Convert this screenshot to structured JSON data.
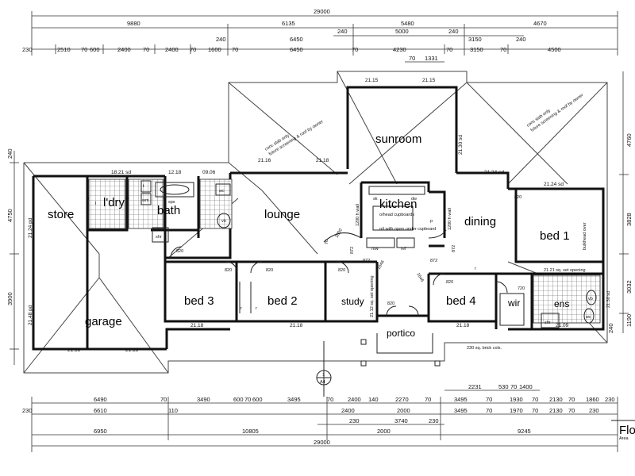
{
  "rooms": {
    "sunroom": "sunroom",
    "kitchen": "kitchen",
    "lounge": "lounge",
    "dining": "dining",
    "bed1": "bed 1",
    "store": "store",
    "ldry": "l'dry",
    "bath": "bath",
    "garage": "garage",
    "bed3": "bed 3",
    "bed2": "bed 2",
    "study": "study",
    "bed4": "bed 4",
    "wir": "wir",
    "ens": "ens",
    "portico": "portico"
  },
  "top_dims": {
    "row1": [
      "29000"
    ],
    "row2": [
      "9880",
      "6135",
      "5480",
      "4670"
    ],
    "row3a": [
      "240",
      "240",
      "240",
      "240"
    ],
    "row3b": [
      "6450",
      "5000",
      "3150"
    ],
    "row4": [
      "230",
      "2510",
      "70",
      "600",
      "2400",
      "70",
      "2400",
      "70",
      "1600",
      "70",
      "6450",
      "70",
      "4230",
      "70",
      "3150",
      "70",
      "4500"
    ],
    "row5": [
      "70",
      "1331"
    ]
  },
  "bottom_dims": {
    "row1": [
      "6490",
      "70",
      "3490",
      "600",
      "70",
      "600",
      "3495",
      "70",
      "2400",
      "140",
      "2270",
      "70",
      "3495",
      "70",
      "1930",
      "70",
      "2130",
      "70",
      "1860",
      "230"
    ],
    "row2": [
      "230",
      "6610",
      "110",
      "2400",
      "2000",
      "3495",
      "70",
      "1970",
      "70",
      "2130",
      "70",
      "230"
    ],
    "row3": [
      "230",
      "3740",
      "230"
    ],
    "row4": [
      "6950",
      "10805",
      "2000",
      "9245"
    ],
    "row5": [
      "29000"
    ],
    "portico_dims": [
      "2231",
      "530",
      "70",
      "1400"
    ]
  },
  "left_dims": [
    "240",
    "4750",
    "3900"
  ],
  "right_dims": [
    "4760",
    "3828",
    "3032",
    "1190",
    "240"
  ],
  "levels": {
    "l1": "21.15",
    "l2": "21.15",
    "l3": "21.30 sd",
    "l4": "18.21 sd",
    "l5": "12.18",
    "l6": "09.06",
    "l7": "21.16",
    "l8": "21.18",
    "l9": "21.24 sd",
    "l10": "21.24 sd",
    "l11": "21.24 pd",
    "l12": "21.48 pd",
    "l13": "21.18",
    "l14": "21.18",
    "l15": "21.18",
    "l16": "21.18",
    "l17": "21.18",
    "l18": "21.09",
    "l19": "21.12 sq. set opening",
    "l20": "21.21 sq. set opening",
    "l21": "21.30 sd"
  },
  "notes": {
    "conc1a": "conc slab only",
    "conc1b": "future screening & roof by owner",
    "conc2a": "conc slab only",
    "conc2b": "future screening & roof by owner",
    "kitchen_n1": "o/head cupboards",
    "kitchen_n2": "o/t with open under cupboard",
    "kitchen_n3": "1200 h wall",
    "dining_n": "1200 h wall",
    "bulkhead": "bulkhead over",
    "bricks": "230 sq. brick cols.",
    "fixtures": [
      "sps",
      "wm",
      "t",
      "wc",
      "vb",
      "shr",
      "mw",
      "ref",
      "sk",
      "dw",
      "p",
      "l",
      "r",
      "r",
      "r",
      "shr",
      "vb",
      "wc"
    ],
    "door_nums": [
      "820",
      "820",
      "820",
      "820",
      "820",
      "820",
      "820",
      "720",
      "872",
      "872",
      "1646",
      "1646",
      "872",
      "872",
      "1000",
      "70"
    ]
  },
  "section_marker": {
    "num": "1",
    "sheet": "A4"
  },
  "title_block": {
    "title": "Flo",
    "sub": "Area"
  }
}
